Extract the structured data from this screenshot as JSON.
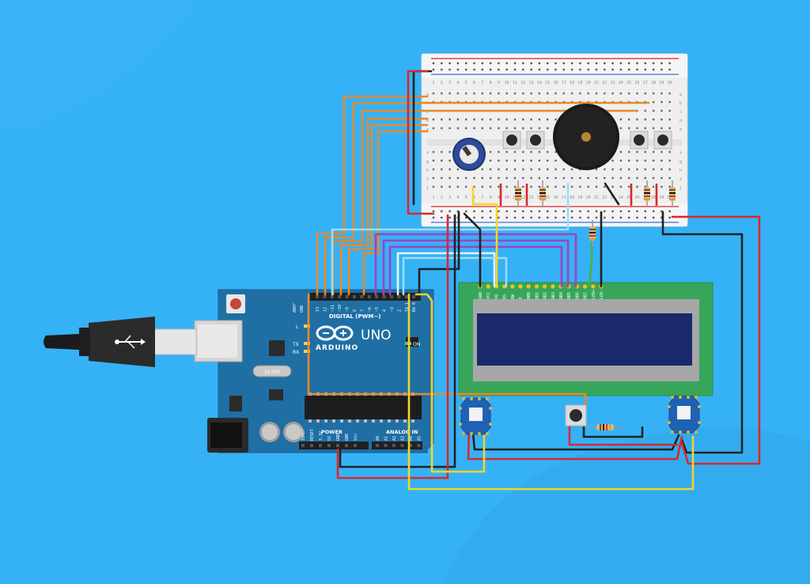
{
  "scene": {
    "background_color": "#35b2f6"
  },
  "arduino": {
    "logo_text": "ARDUINO",
    "model_text": "UNO",
    "digital_header_label": "DIGITAL (PWM~)",
    "power_label": "POWER",
    "analog_label": "ANALOG IN",
    "on_label": "ON",
    "l_label": "L",
    "tx_label": "TX",
    "rx_label": "RX",
    "aref_label": "AREF",
    "gnd_label": "GND",
    "digital_pins": [
      "13",
      "12",
      "~11",
      "~10",
      "~9",
      "8",
      "7",
      "~6",
      "~5",
      "4",
      "~3",
      "2",
      "TX 1",
      "RX 0"
    ],
    "power_pins": [
      "IOREF",
      "RESET",
      "3.3V",
      "5V",
      "GND",
      "GND",
      "Vin"
    ],
    "analog_pins": [
      "A0",
      "A1",
      "A2",
      "A3",
      "A4",
      "A5"
    ],
    "board_color": "#1f6fa5"
  },
  "lcd": {
    "pins": [
      "GND",
      "VCC",
      "V0",
      "RS",
      "RW",
      "E",
      "DB0",
      "DB1",
      "DB2",
      "DB3",
      "DB4",
      "DB5",
      "DB6",
      "DB7",
      "LED+",
      "LED-"
    ],
    "pcb_color": "#37a65a",
    "screen_color": "#1b2a6c"
  },
  "breadboard": {
    "column_numbers": [
      "1",
      "2",
      "3",
      "4",
      "5",
      "6",
      "7",
      "8",
      "9",
      "10",
      "11",
      "12",
      "13",
      "14",
      "15",
      "16",
      "17",
      "18",
      "19",
      "20",
      "21",
      "22",
      "23",
      "24",
      "25",
      "26",
      "27",
      "28",
      "29",
      "30"
    ],
    "row_letters": [
      "a",
      "b",
      "c",
      "d",
      "e",
      "f",
      "g",
      "h",
      "i",
      "j"
    ]
  },
  "components": {
    "usb_cable": "usb-cable",
    "crystal_text": "16.000",
    "potentiometer": "potentiometer",
    "buzzer": "piezo-buzzer",
    "pushbuttons": 5,
    "resistors": 6,
    "neopixel_rings": 2
  },
  "wire_colors": {
    "orange": "#e8892a",
    "red": "#d9272e",
    "black": "#222222",
    "yellow": "#f3d52b",
    "purple": "#a43fc2",
    "light_blue": "#9fdcf2",
    "green": "#4fae42",
    "white": "#e8f4f8"
  }
}
